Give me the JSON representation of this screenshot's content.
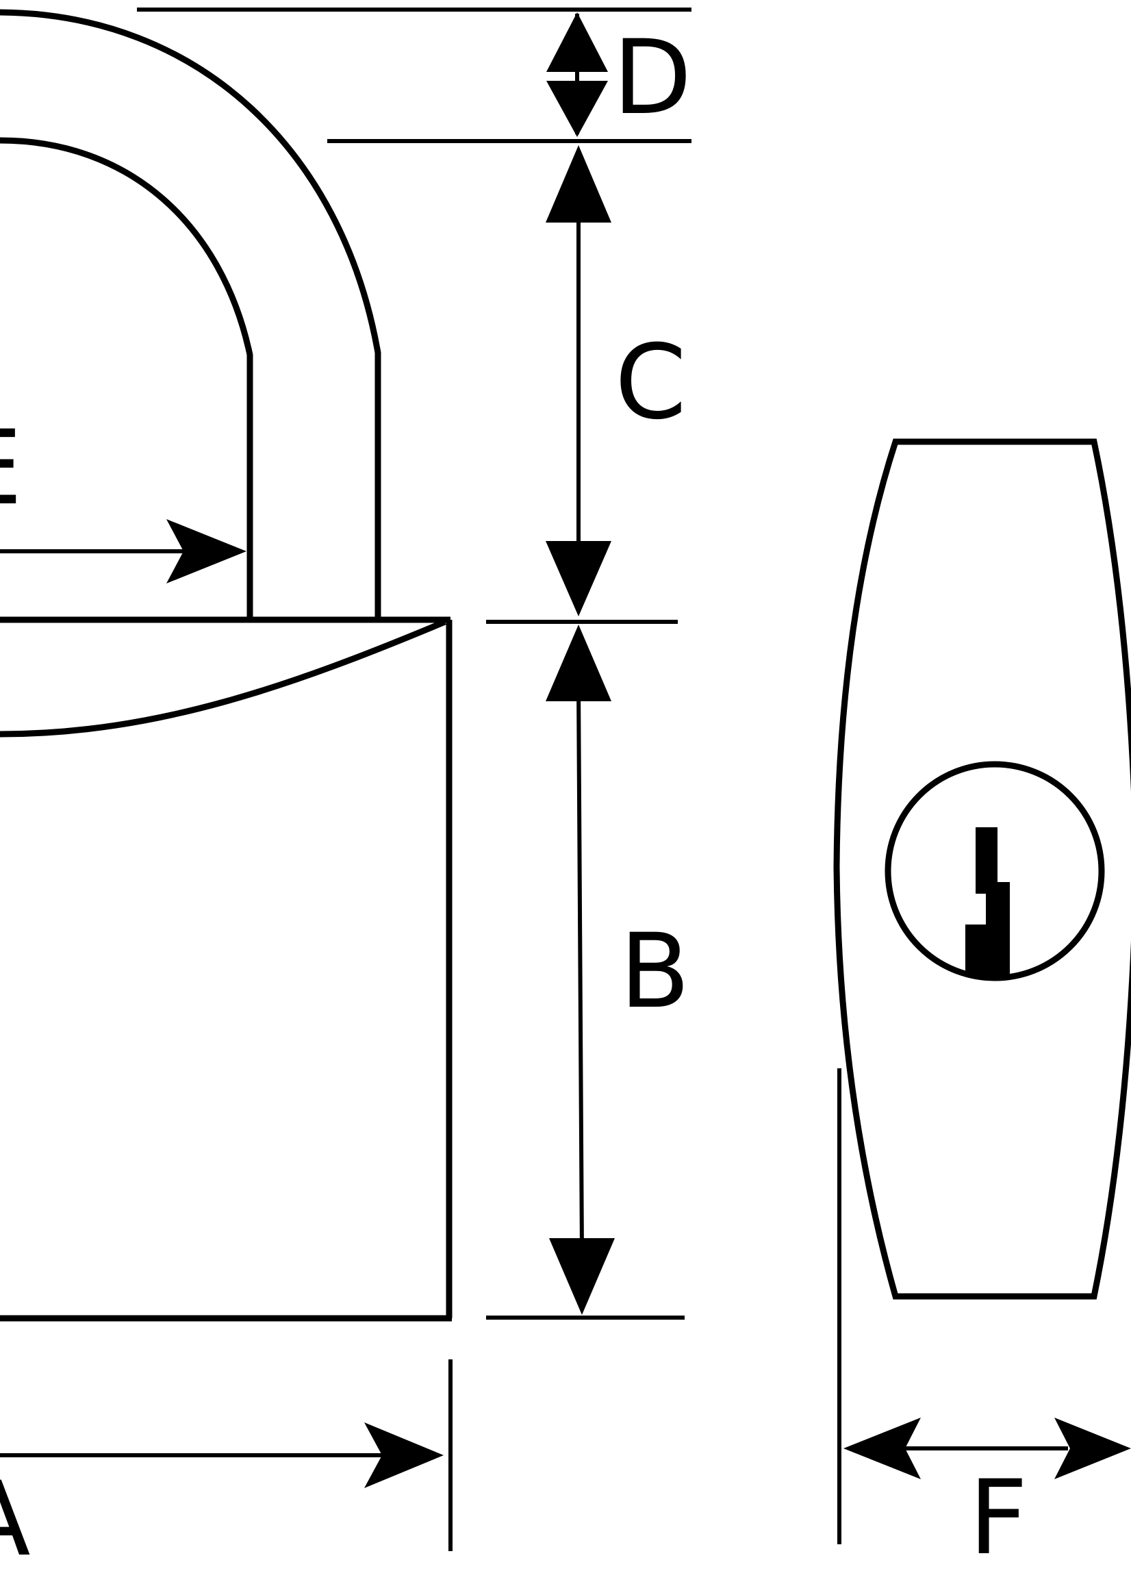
{
  "labels": {
    "a": "A",
    "b": "B",
    "c": "C",
    "d": "D",
    "e": "E",
    "f": "F"
  },
  "icons": {
    "keyhole": "keyhole-icon"
  },
  "colors": {
    "line": "#000000",
    "background": "#ffffff"
  }
}
